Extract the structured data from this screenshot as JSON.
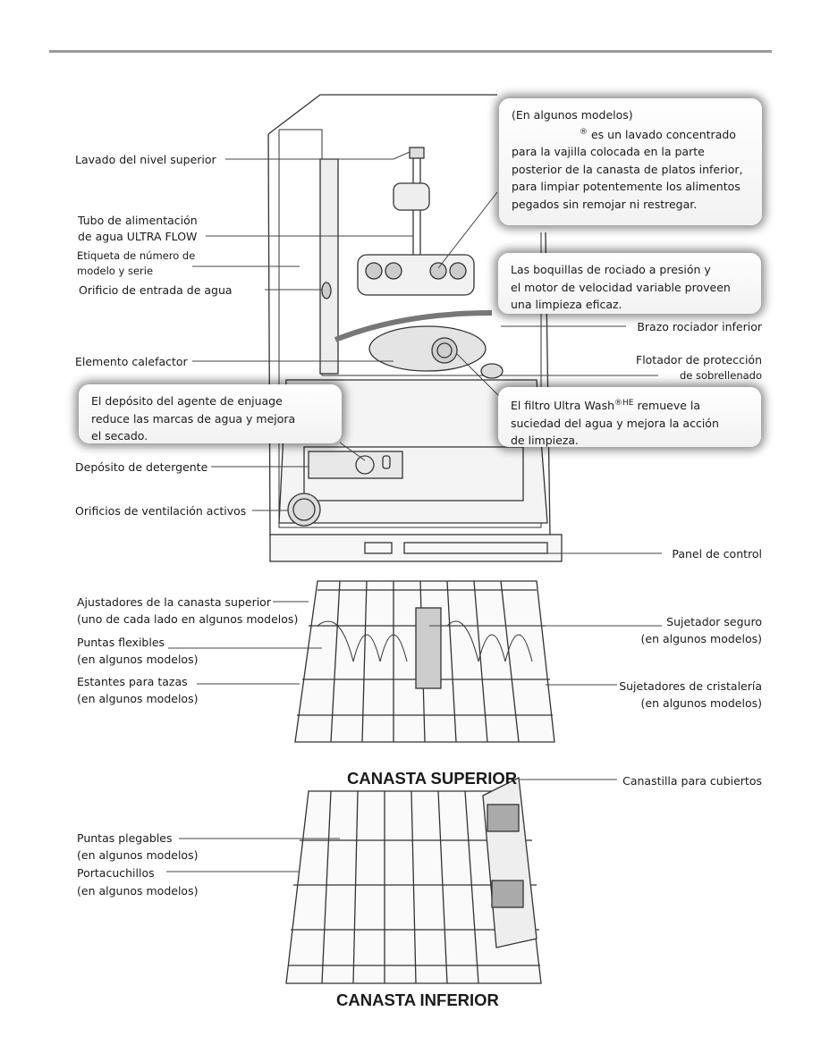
{
  "labels": {
    "lavado": "Lavado del nivel superior",
    "tubo_1": "Tubo de alimentación",
    "tubo_2": "de agua ULTRA FLOW",
    "etiqueta_1": "Etiqueta de número de",
    "etiqueta_2": "modelo y serie",
    "orificio_entrada": "Orificio de entrada de agua",
    "brazo": "Brazo rociador inferior",
    "elemento": "Elemento calefactor",
    "flotador_1": "Flotador de protección",
    "flotador_2": "de sobrellenado",
    "deposito_detergente": "Depósito de detergente",
    "ventilacion": "Orificios de ventilación activos",
    "panel": "Panel de control",
    "ajustadores_1": "Ajustadores de la canasta superior",
    "ajustadores_2": "(uno de cada lado en algunos modelos)",
    "sujetador_1": "Sujetador seguro",
    "sujetador_2": "(en algunos modelos)",
    "puntas_flex_1": "Puntas flexibles",
    "puntas_flex_2": "(en algunos modelos)",
    "estantes_1": "Estantes para tazas",
    "estantes_2": "(en algunos modelos)",
    "cristaleria_1": "Sujetadores de cristalería",
    "cristaleria_2": "(en algunos modelos)",
    "canastilla": "Canastilla para cubiertos",
    "puntas_pleg_1": "Puntas plegables",
    "puntas_pleg_2": "(en algunos modelos)",
    "portacuchillos_1": "Portacuchillos",
    "portacuchillos_2": "(en algunos modelos)"
  },
  "callouts": {
    "ultra": {
      "line1": "(En algunos modelos)",
      "reg": "®",
      "line2": "es un lavado concentrado",
      "line3": "para la vajilla colocada en la parte",
      "line4": "posterior de la canasta de platos inferior,",
      "line5": "para limpiar potentemente los alimentos",
      "line6": "pegados sin remojar ni restregar."
    },
    "boquillas": {
      "line1": "Las boquillas de rociado a presión y",
      "line2": "el motor de velocidad variable proveen",
      "line3": "una limpieza eficaz."
    },
    "enjuague": {
      "line1": "El depósito del agente de enjuage",
      "line2": "reduce las marcas de agua y mejora",
      "line3": "el secado."
    },
    "filtro": {
      "line1_a": "El filtro Ultra Wash",
      "line1_sup": "®HE",
      "line1_b": " remueve la",
      "line2": "suciedad del agua y mejora la acción",
      "line3": "de limpieza."
    }
  },
  "titles": {
    "superior": "CANASTA SUPERIOR",
    "inferior": "CANASTA INFERIOR"
  }
}
